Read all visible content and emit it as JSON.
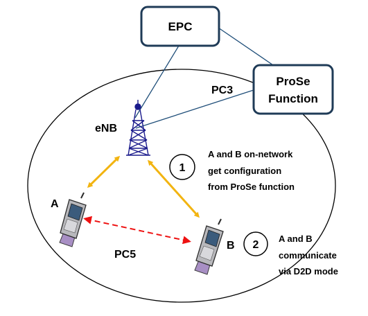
{
  "nodes": {
    "epc": "EPC",
    "prose_line1": "ProSe",
    "prose_line2": "Function",
    "enb": "eNB",
    "ue_a": "A",
    "ue_b": "B"
  },
  "interfaces": {
    "pc3": "PC3",
    "pc5": "PC5"
  },
  "steps": [
    {
      "number": "1",
      "lines": [
        "A and B on-network",
        "get configuration",
        "from ProSe function"
      ]
    },
    {
      "number": "2",
      "lines": [
        "A and B",
        "communicate",
        "via D2D mode"
      ]
    }
  ],
  "colors": {
    "box_border": "#1f3b57",
    "link_line": "#1f4e79",
    "tower": "#1a1a8c",
    "uu_arrow": "#f2b411",
    "pc5_arrow": "#ee1111"
  }
}
